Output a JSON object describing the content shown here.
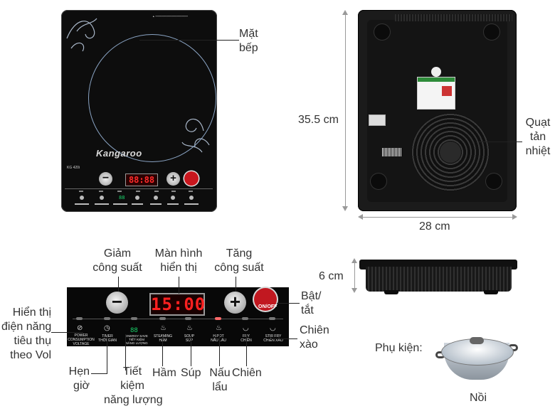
{
  "top_view": {
    "brand": "Kangaroo",
    "model": "KG 420i",
    "display": "88:88",
    "label_surface": "Mặt\nbếp"
  },
  "bottom_view": {
    "label_fan": "Quạt\ntản\nnhiệt",
    "height_dim": "35.5 cm",
    "width_dim": "28 cm"
  },
  "side_view": {
    "thickness_dim": "6 cm"
  },
  "control_panel": {
    "display": "15:00",
    "on_off": "ON/OFF",
    "power_label": "POWER\nCONSUMPTION\nVOLTAGE",
    "timer_label": "TIMER\nTHỜI GIAN",
    "energy_label": "ENERGY SAVE\nTIẾT KIỆM\nNĂNG LƯỢNG",
    "energy_digits": "88",
    "steaming_label": "STEAMING\nHẤM",
    "soup_label": "SOUP\nSÚP",
    "hotpot_label": "H.POT\nNẤU LẨU",
    "fry_label": "FRY\nCHIÊN",
    "stirfry_label": "STIR FRY\nCHIÊN XÀO"
  },
  "callouts": {
    "decrease": "Giảm\ncông suất",
    "display": "Màn hình\nhiển thị",
    "increase": "Tăng\ncông suất",
    "power_toggle": "Bật/\ntắt",
    "show_power": "Hiển thị\nđiện năng\ntiêu thụ\ntheo Vol",
    "stirfry": "Chiên\nxào",
    "timer": "Hẹn\ngiờ",
    "energy": "Tiết\nkiệm\nnăng lượng",
    "steam": "Hầm",
    "soup": "Súp",
    "hotpot": "Nấu\nlẩu",
    "fry": "Chiên"
  },
  "accessory": {
    "label": "Phụ kiện:",
    "name": "Nồi"
  },
  "colors": {
    "panel": "#080808",
    "display_red": "#ff2020",
    "onoff_red": "#c11820",
    "ring": "#8aa4c4"
  }
}
